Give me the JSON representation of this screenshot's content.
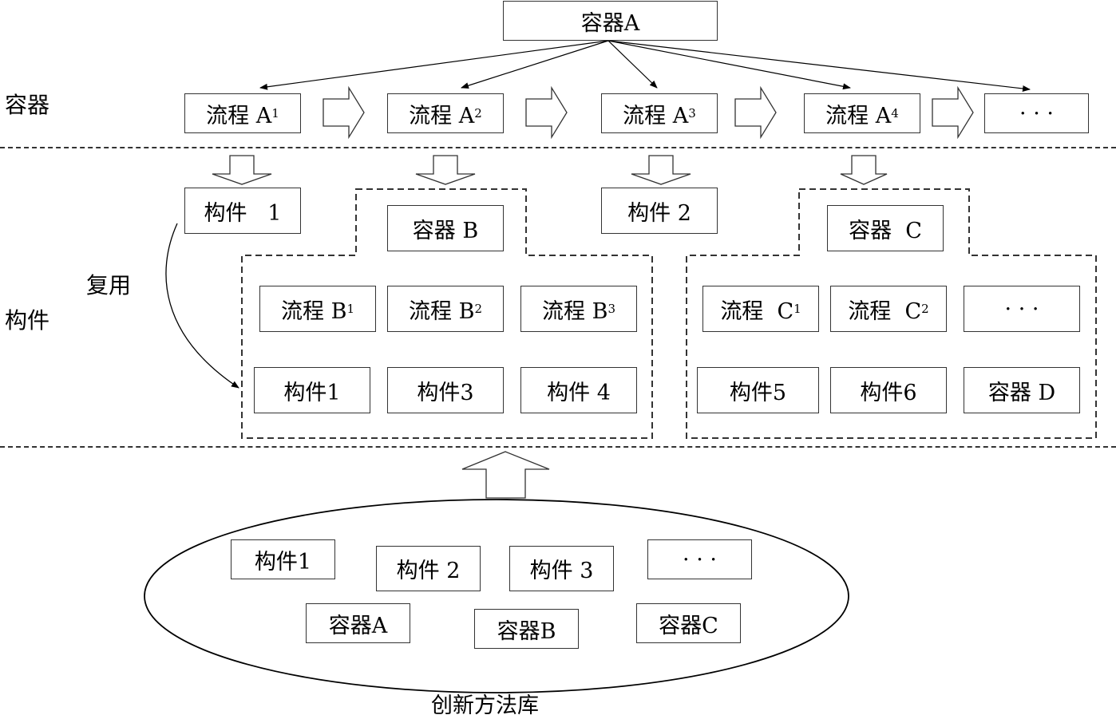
{
  "container_a": "容器A",
  "side_labels": {
    "container": "容器",
    "component": "构件",
    "reuse": "复用"
  },
  "row_a": [
    {
      "main": "流程 A",
      "sub": "1"
    },
    {
      "main": "流程 A",
      "sub": "2"
    },
    {
      "main": "流程 A",
      "sub": "3"
    },
    {
      "main": "流程 A",
      "sub": "4"
    },
    {
      "main": "· · ·",
      "sub": ""
    }
  ],
  "component_1_top": "构件   1",
  "component_2_top": "构件 2",
  "container_b": {
    "title": "容器 B",
    "processes": [
      {
        "main": "流程 B",
        "sub": "1"
      },
      {
        "main": "流程 B",
        "sub": "2"
      },
      {
        "main": "流程 B",
        "sub": "3"
      }
    ],
    "components": [
      "构件1",
      "构件3",
      "构件 4"
    ]
  },
  "container_c": {
    "title": "容器  C",
    "processes": [
      {
        "main": "流程  C",
        "sub": "1"
      },
      {
        "main": "流程  C",
        "sub": "2"
      },
      {
        "main": "· · ·",
        "sub": ""
      }
    ],
    "components": [
      "构件5",
      "构件6",
      "容器 D"
    ]
  },
  "library": {
    "title": "创新方法库",
    "items": [
      "构件1",
      "构件 2",
      "构件 3",
      "· · ·",
      "容器A",
      "容器B",
      "容器C"
    ]
  }
}
